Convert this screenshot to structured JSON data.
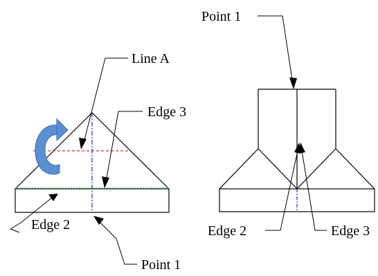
{
  "labels": {
    "line_a": "Line A",
    "edge_3_left": "Edge 3",
    "edge_2_left": "Edge 2",
    "point_1_left": "Point 1",
    "point_1_right": "Point 1",
    "edge_2_right": "Edge 2",
    "edge_3_right": "Edge 3"
  },
  "colors": {
    "outline": "#000000",
    "fold_line_red": "#e8251b",
    "fold_line_green": "#22c322",
    "center_line_blue": "#1f2fbf",
    "rotation_arrow": "#5b8fd0",
    "rotation_arrow_edge": "#3f6fae"
  },
  "icons": {
    "rotation": "curved-rotation-arrow-icon"
  }
}
